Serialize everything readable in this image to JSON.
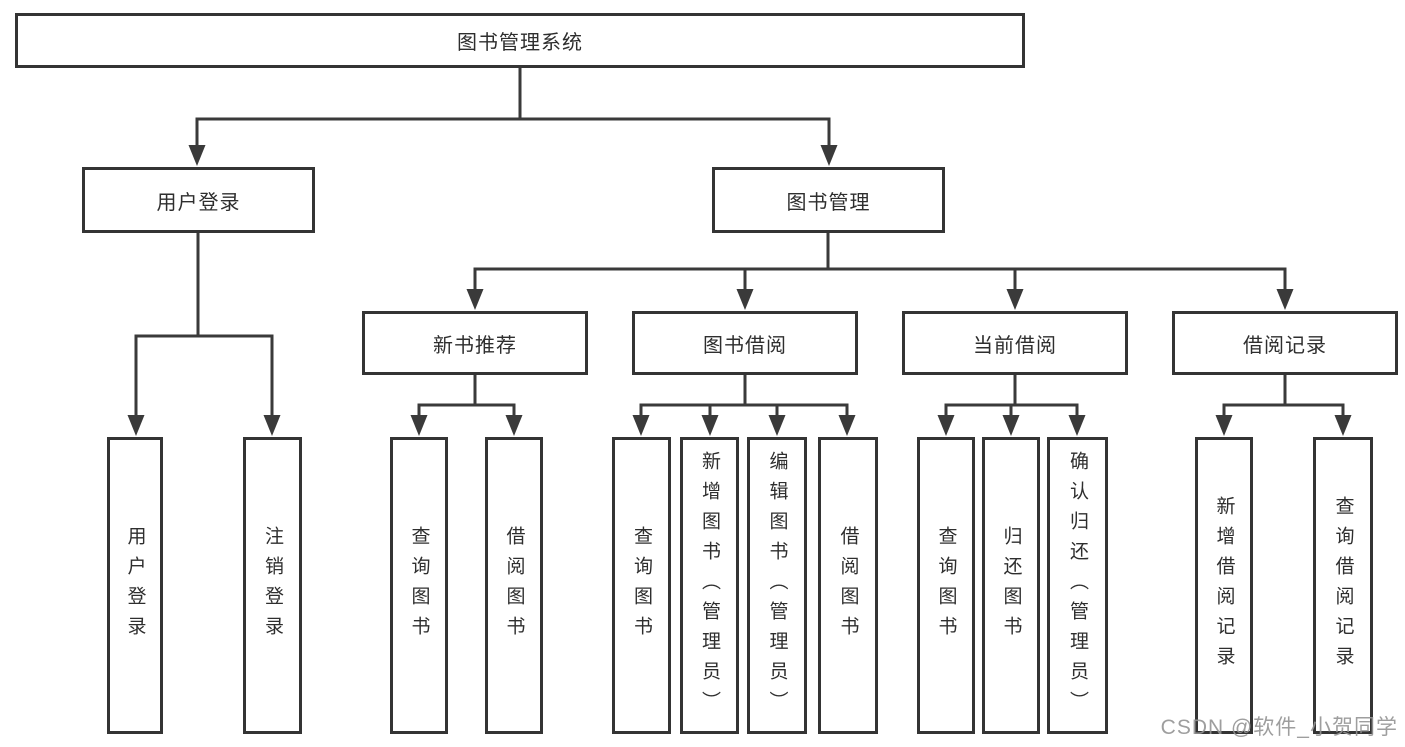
{
  "diagram": {
    "root_label": "图书管理系统",
    "level2": [
      {
        "label": "用户登录",
        "children": [
          {
            "label": "用户登录"
          },
          {
            "label": "注销登录"
          }
        ]
      },
      {
        "label": "图书管理",
        "level3": [
          {
            "label": "新书推荐",
            "children": [
              {
                "label": "查询图书"
              },
              {
                "label": "借阅图书"
              }
            ]
          },
          {
            "label": "图书借阅",
            "children": [
              {
                "label": "查询图书"
              },
              {
                "label": "新增图书（管理员）"
              },
              {
                "label": "编辑图书（管理员）"
              },
              {
                "label": "借阅图书"
              }
            ]
          },
          {
            "label": "当前借阅",
            "children": [
              {
                "label": "查询图书"
              },
              {
                "label": "归还图书"
              },
              {
                "label": "确认归还（管理员）"
              }
            ]
          },
          {
            "label": "借阅记录",
            "children": [
              {
                "label": "新增借阅记录"
              },
              {
                "label": "查询借阅记录"
              }
            ]
          }
        ]
      }
    ]
  },
  "watermark": {
    "text": "CSDN @软件_小贺同学"
  },
  "colors": {
    "line": "#3a3a3a",
    "border": "#343434",
    "text": "#2e2e2e",
    "watermark": "#949494"
  }
}
